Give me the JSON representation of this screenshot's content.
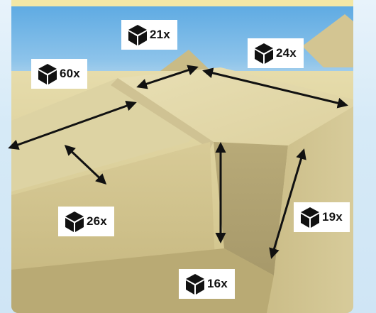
{
  "scene": {
    "sky_color": "#8cc3ea",
    "sand_color": "#d9cc95",
    "block_color": "#e2d7a6",
    "shadow_color": "#b5a775",
    "arrow_color": "#111111",
    "strip_color": "#f3e7a6"
  },
  "dimensions": [
    {
      "id": "a",
      "label": "21x",
      "icon": "block-icon"
    },
    {
      "id": "b",
      "label": "24x",
      "icon": "block-icon"
    },
    {
      "id": "c",
      "label": "60x",
      "icon": "block-icon"
    },
    {
      "id": "d",
      "label": "26x",
      "icon": "block-icon"
    },
    {
      "id": "e",
      "label": "19x",
      "icon": "block-icon"
    },
    {
      "id": "f",
      "label": "16x",
      "icon": "block-icon"
    }
  ]
}
